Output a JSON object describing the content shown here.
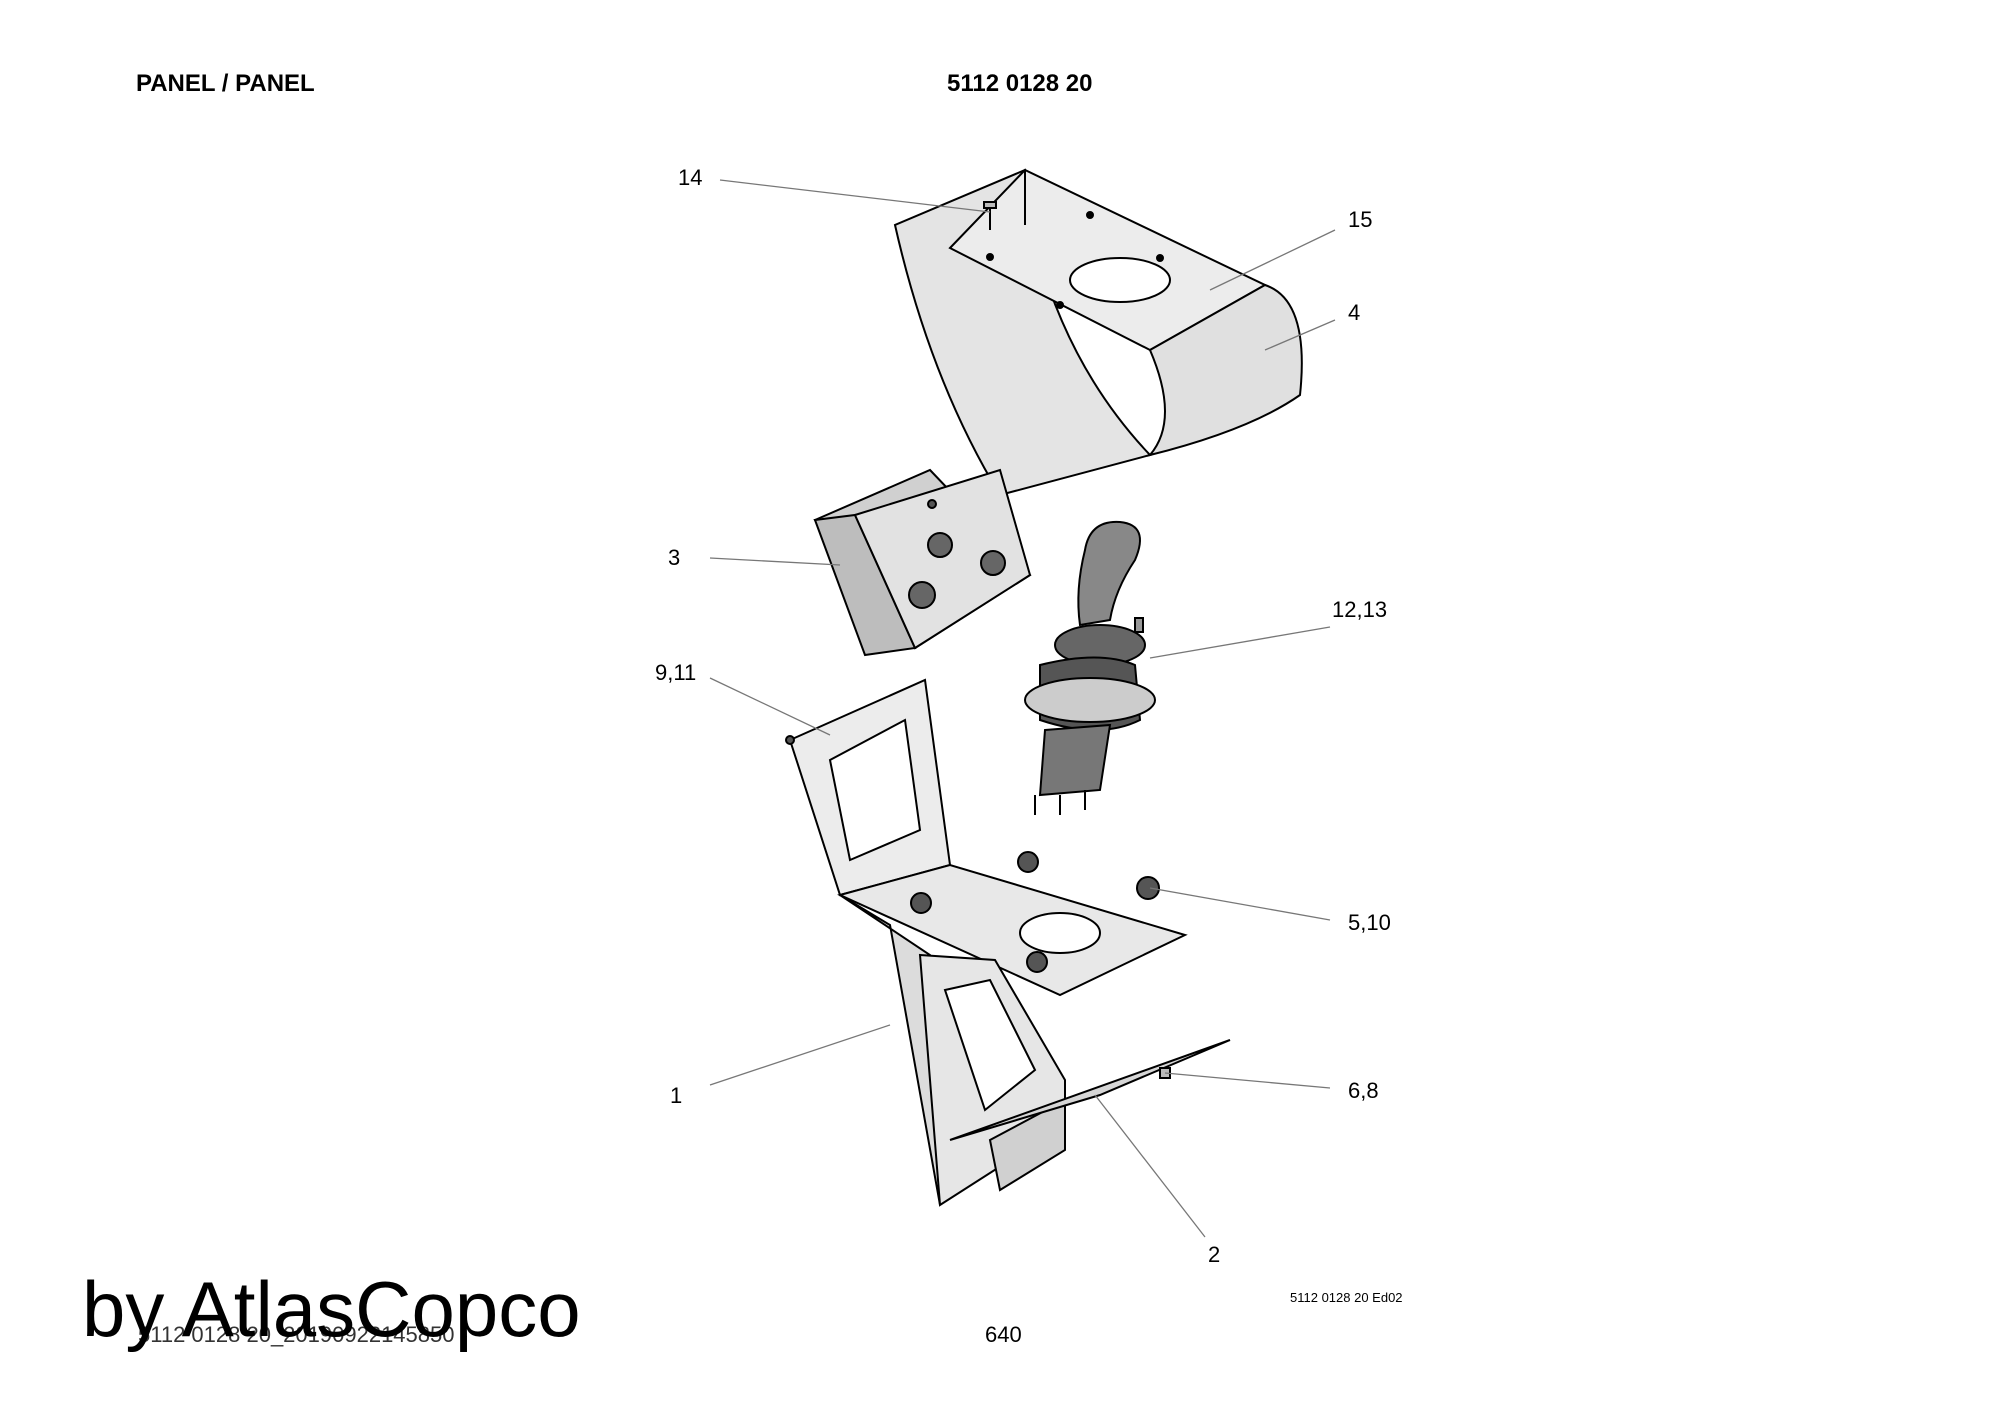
{
  "header": {
    "title": "PANEL / PANEL",
    "part_number": "5112 0128 20"
  },
  "callouts": {
    "c14": "14",
    "c15": "15",
    "c4": "4",
    "c3": "3",
    "c1213": "12,13",
    "c911": "9,11",
    "c510": "5,10",
    "c1": "1",
    "c68": "6,8",
    "c2": "2"
  },
  "footer": {
    "edition": "5112 0128 20 Ed02",
    "file_id": "5112 0128 20_20190922145850",
    "page_number": "640",
    "watermark": "by AtlasCopco"
  }
}
